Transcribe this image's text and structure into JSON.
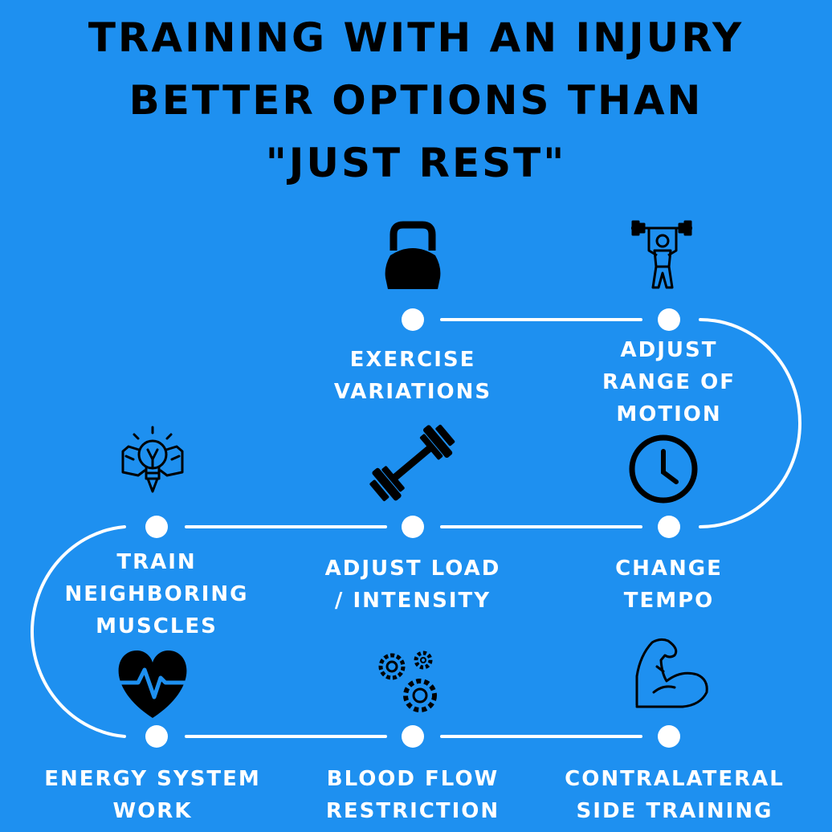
{
  "title": {
    "line1": "TRAINING WITH AN INJURY",
    "line2": "BETTER OPTIONS THAN",
    "line3": "\"JUST REST\""
  },
  "steps": [
    {
      "lines": [
        "EXERCISE",
        "VARIATIONS"
      ],
      "icon": "kettlebell-icon"
    },
    {
      "lines": [
        "ADJUST",
        "RANGE OF",
        "MOTION"
      ],
      "icon": "weightlifter-icon"
    },
    {
      "lines": [
        "CHANGE",
        "TEMPO"
      ],
      "icon": "clock-icon"
    },
    {
      "lines": [
        "ADJUST LOAD",
        "/ INTENSITY"
      ],
      "icon": "dumbbell-icon"
    },
    {
      "lines": [
        "TRAIN",
        "NEIGHBORING",
        "MUSCLES"
      ],
      "icon": "brain-muscle-icon"
    },
    {
      "lines": [
        "ENERGY SYSTEM",
        "WORK"
      ],
      "icon": "heartbeat-icon"
    },
    {
      "lines": [
        "BLOOD FLOW",
        "RESTRICTION"
      ],
      "icon": "gears-icon"
    },
    {
      "lines": [
        "CONTRALATERAL",
        "SIDE TRAINING"
      ],
      "icon": "flexed-arm-icon"
    }
  ],
  "colors": {
    "background": "#1e90f0",
    "path": "#ffffff",
    "icon": "#000000",
    "title": "#000000",
    "label": "#ffffff"
  }
}
